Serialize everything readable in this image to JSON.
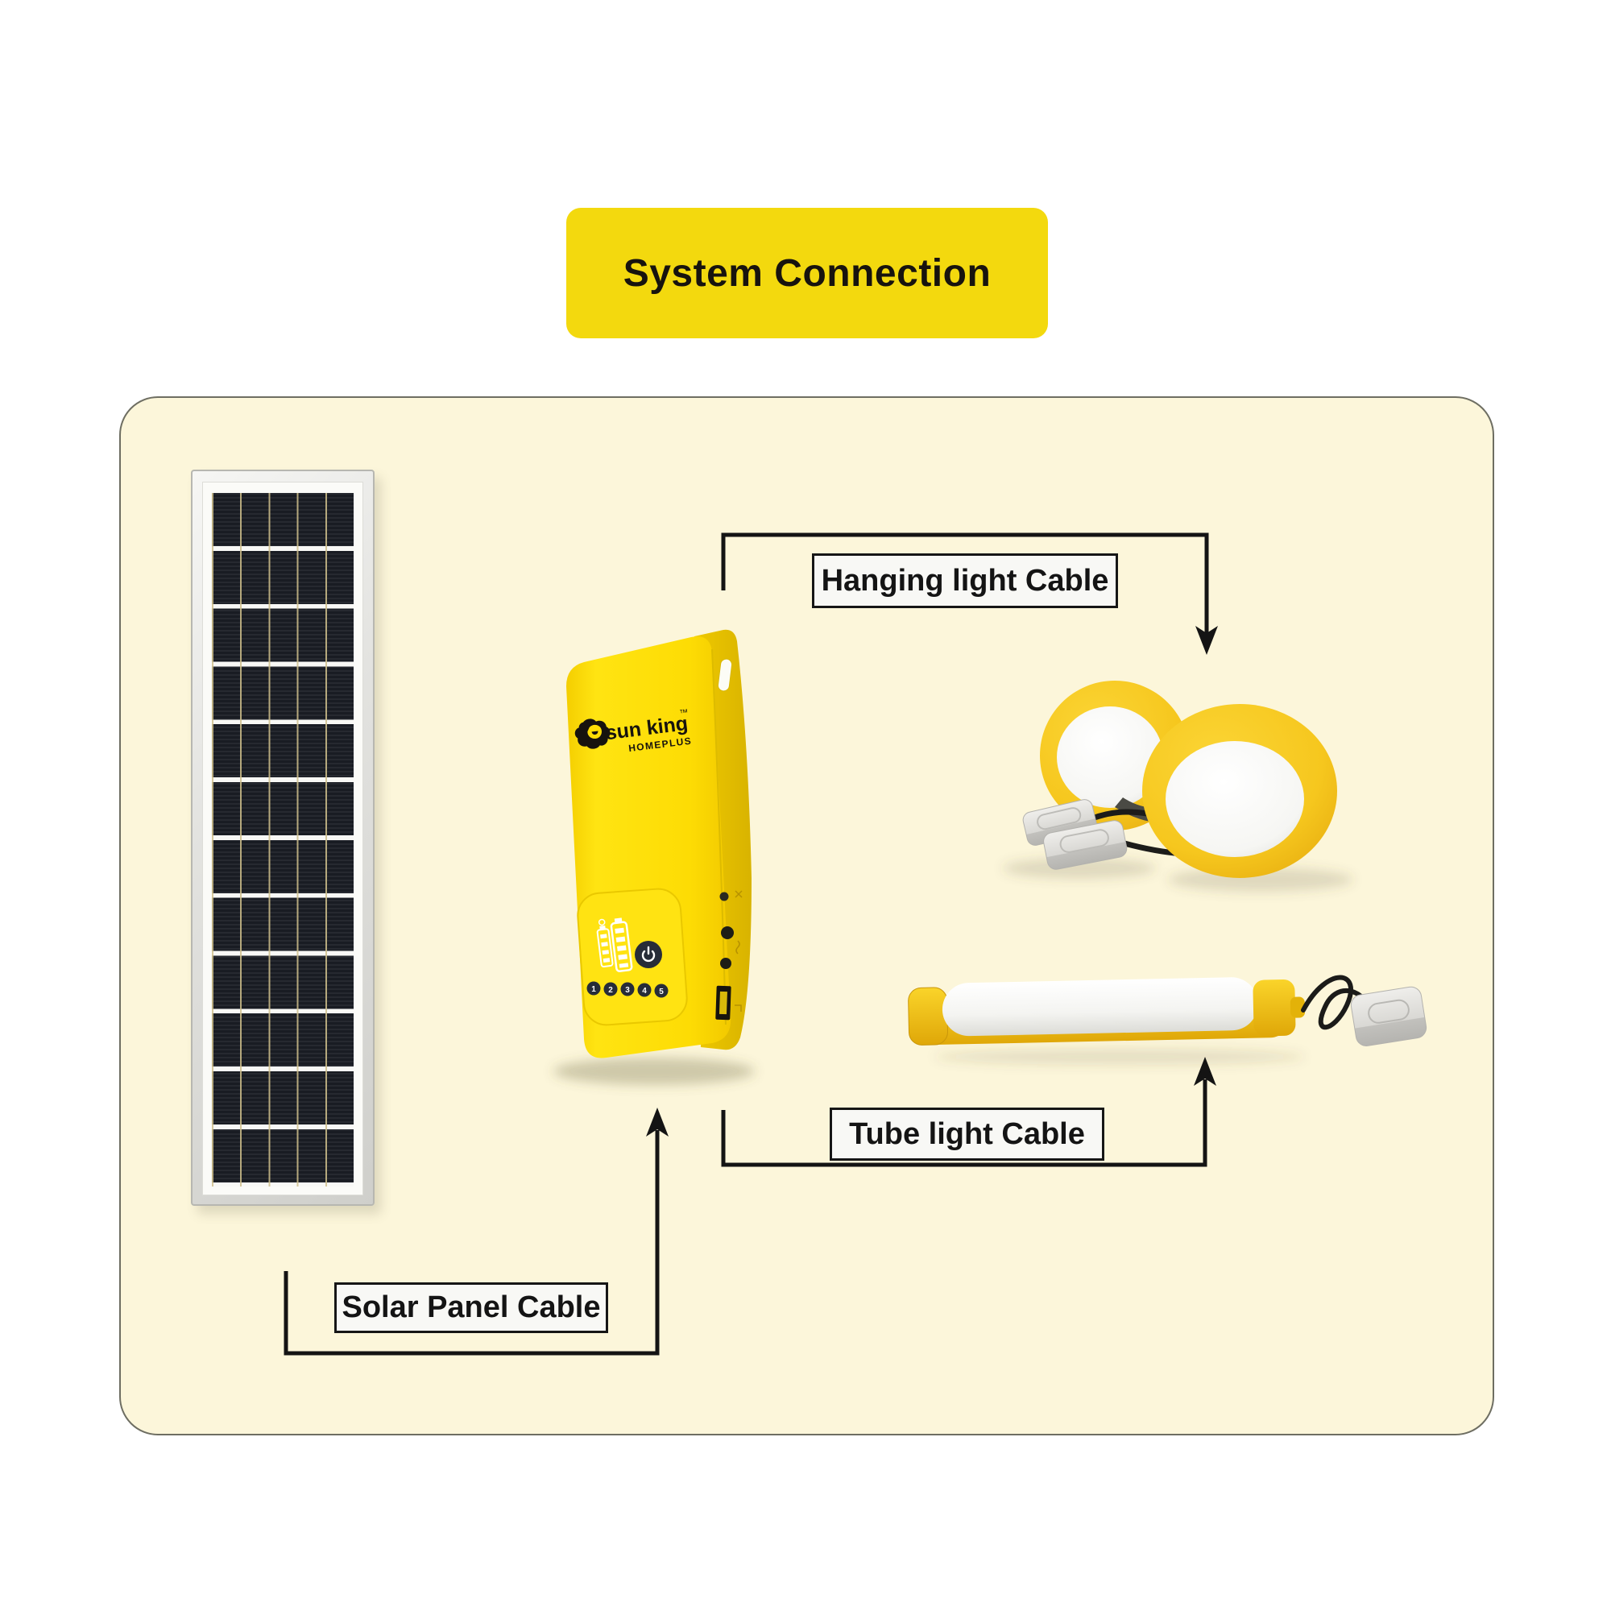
{
  "title": "System Connection",
  "labels": {
    "hanging": "Hanging light Cable",
    "tube": "Tube light Cable",
    "solar": "Solar Panel Cable"
  },
  "device": {
    "brand": "sun king",
    "trademark": "™",
    "model": "HOMEPLUS",
    "button_numbers": [
      "1",
      "2",
      "3",
      "4",
      "5"
    ]
  },
  "icons": [
    "sun-king-lion-icon",
    "power-button-icon",
    "battery-level-icon",
    "solar-charge-icon",
    "hanging-slot",
    "usb-port",
    "aux-port",
    "arrow-down-icon",
    "arrow-up-icon"
  ],
  "colors": {
    "badge_yellow": "#F3D90E",
    "panel_bg": "#FCF6DA",
    "device_yellow": "#FFDE04",
    "ring_yellow": "#F7C821",
    "arrow_black": "#141414",
    "cell_dark": "#191C23"
  }
}
